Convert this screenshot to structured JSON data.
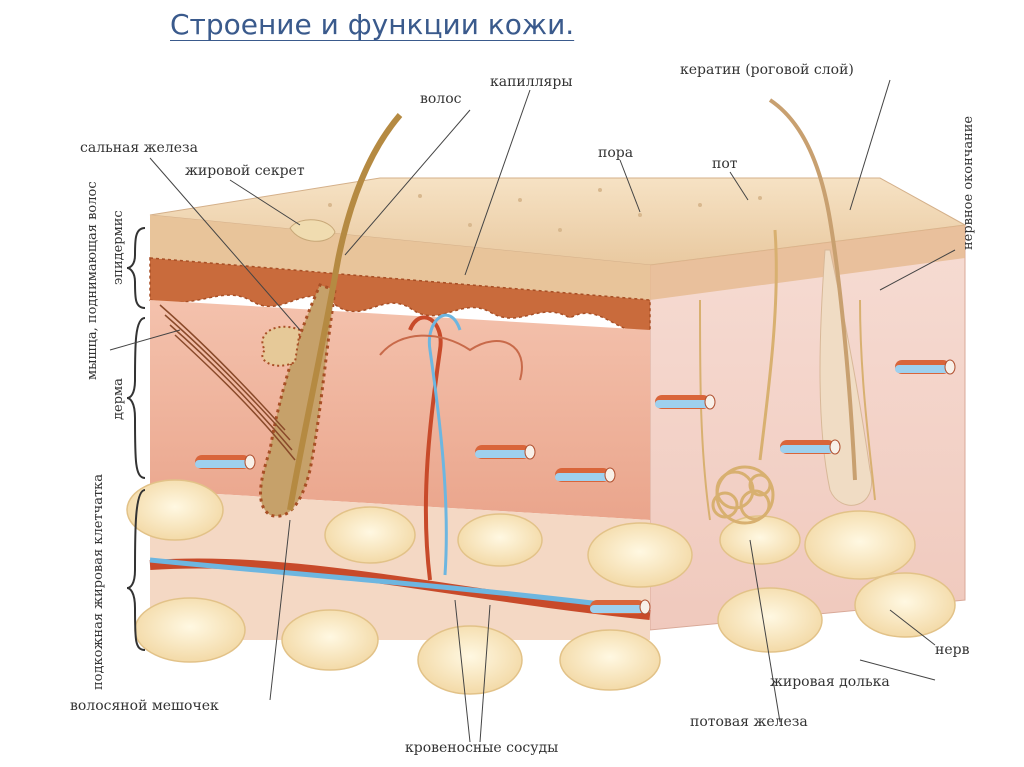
{
  "title": "Строение и функции кожи.",
  "labels": {
    "hair": "волос",
    "capillaries": "капилляры",
    "keratin": "кератин (роговой слой)",
    "sebaceous_gland": "сальная железа",
    "fatty_secretion": "жировой секрет",
    "pore": "пора",
    "sweat": "пот",
    "nerve_ending": "нервное окончание",
    "arrector_muscle": "мышца, поднимающая волос",
    "epidermis": "эпидермис",
    "dermis": "дерма",
    "subcutaneous_fat": "подкожная жировая клетчатка",
    "nerve": "нерв",
    "fat_lobule": "жировая долька",
    "hair_follicle": "волосяной мешочек",
    "sweat_gland": "потовая железа",
    "blood_vessels": "кровеносные сосуды"
  }
}
